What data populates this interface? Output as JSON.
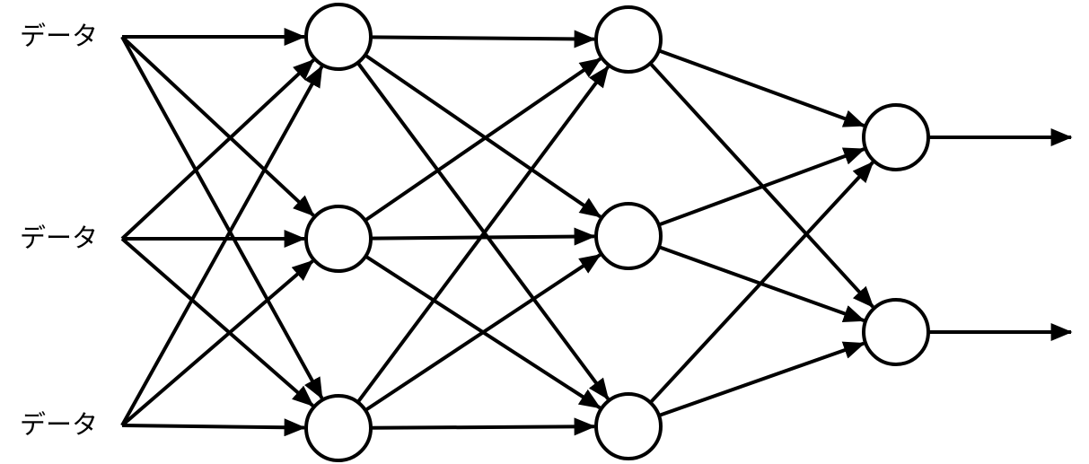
{
  "inputs": [
    {
      "label": "データ"
    },
    {
      "label": "データ"
    },
    {
      "label": "データ"
    }
  ],
  "network": {
    "layers": [
      3,
      3,
      3,
      2
    ],
    "outputs": 2,
    "connectivity": "fully-connected",
    "arrow_color": "#000000",
    "node_fill": "#ffffff",
    "node_stroke": "#000000"
  }
}
